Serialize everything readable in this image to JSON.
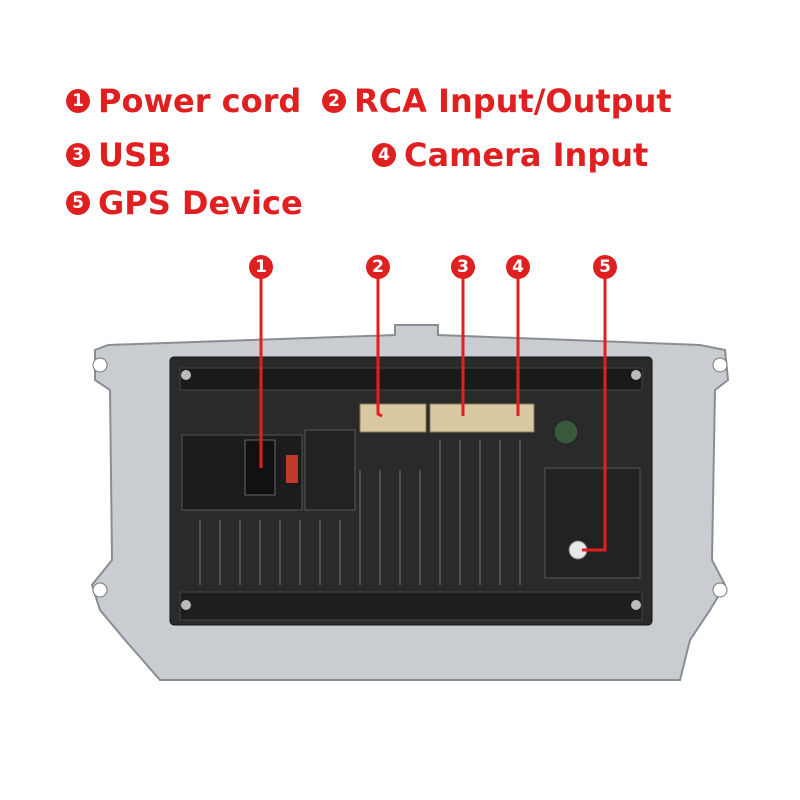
{
  "legend": [
    {
      "num": "1",
      "label": "Power cord"
    },
    {
      "num": "2",
      "label": "RCA Input/Output"
    },
    {
      "num": "3",
      "label": "USB"
    },
    {
      "num": "4",
      "label": "Camera Input"
    },
    {
      "num": "5",
      "label": "GPS Device"
    }
  ],
  "markers": [
    "1",
    "2",
    "3",
    "4",
    "5"
  ],
  "colors": {
    "accent": "#e02020",
    "plate": "#c9ccd0",
    "body": "#2a2a2a",
    "connector": "#d9c9a3"
  }
}
